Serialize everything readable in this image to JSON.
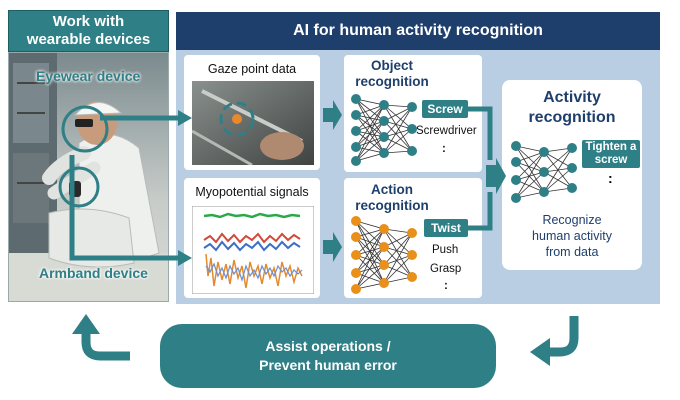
{
  "left_panel": {
    "title": "Work with\nwearable devices",
    "eyewear_label": "Eyewear device",
    "armband_label": "Armband device"
  },
  "right_panel": {
    "title": "AI for human activity recognition",
    "gaze_title": "Gaze point data",
    "myo_title": "Myopotential signals",
    "object_title": "Object\nrecognition",
    "object_tag": "Screw",
    "object_items": [
      "Screwdriver",
      ":"
    ],
    "action_title": "Action\nrecognition",
    "action_tag": "Twist",
    "action_items": [
      "Push",
      "Grasp",
      ":"
    ],
    "activity_title": "Activity\nrecognition",
    "activity_tag": "Tighten a\nscrew",
    "activity_dots": ":",
    "activity_caption": "Recognize\nhuman activity\nfrom data"
  },
  "assist": {
    "line1": "Assist operations /",
    "line2": "Prevent human error"
  },
  "colors": {
    "teal": "#2f7f86",
    "navy": "#1e3f6c",
    "panel_blue": "#b9cde3",
    "object_net_nodes": "#2f7f86",
    "action_net_nodes": "#e8901a"
  }
}
